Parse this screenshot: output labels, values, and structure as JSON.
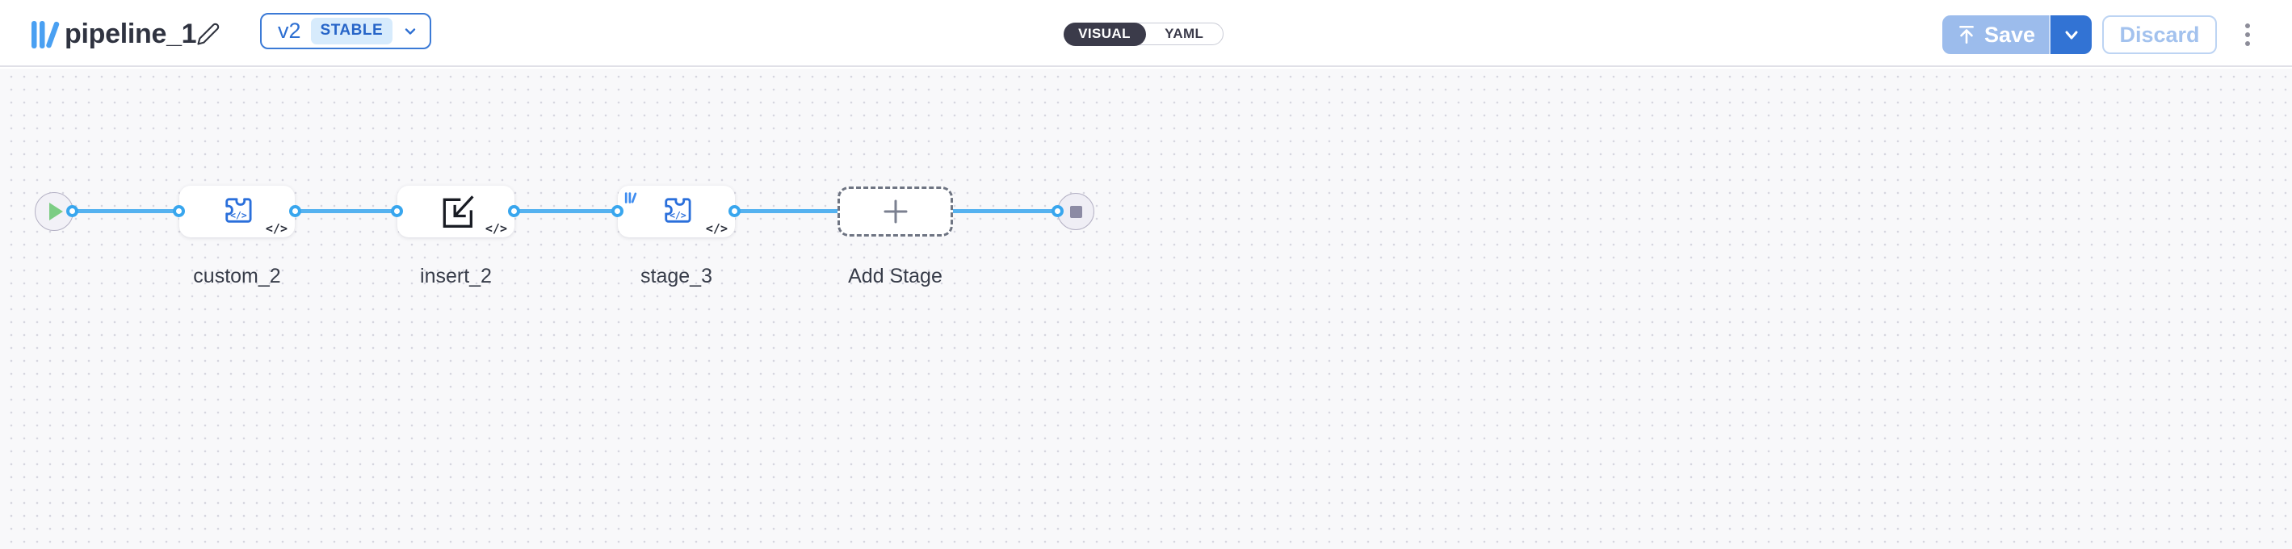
{
  "header": {
    "title": "pipeline_1",
    "version": {
      "label": "v2",
      "status": "STABLE"
    },
    "mode_toggle": {
      "visual": "VISUAL",
      "yaml": "YAML",
      "selected": "VISUAL"
    },
    "save_label": "Save",
    "discard_label": "Discard"
  },
  "canvas": {
    "code_badge": "</>",
    "stages": [
      {
        "label": "custom_2",
        "icon": "puzzle-code"
      },
      {
        "label": "insert_2",
        "icon": "import"
      },
      {
        "label": "stage_3",
        "icon": "puzzle-code",
        "corner_icon": "library"
      },
      {
        "label": "Add Stage",
        "icon": "plus"
      }
    ],
    "start_node": "play",
    "end_node": "stop"
  },
  "colors": {
    "accent_blue": "#2e6fd8",
    "link_blue": "#2d6fd2",
    "line_blue": "#55b2f0",
    "port_blue": "#38a6ee",
    "save_disabled_bg": "#9cbcec",
    "save_split_bg": "#3273d4",
    "discard_text": "#a3c2ee",
    "toggle_dark": "#3b3b4a",
    "play_green": "#7ccd84",
    "stop_gray": "#8c8ba4",
    "logo_blue": "#4aa0f2"
  }
}
